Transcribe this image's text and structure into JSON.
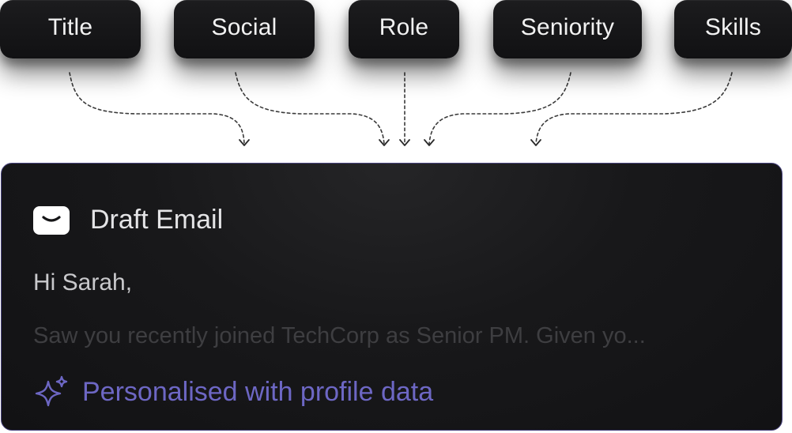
{
  "chips": [
    {
      "label": "Title"
    },
    {
      "label": "Social"
    },
    {
      "label": "Role"
    },
    {
      "label": "Seniority"
    },
    {
      "label": "Skills"
    }
  ],
  "card": {
    "icon": "mail-icon",
    "title": "Draft Email",
    "greeting": "Hi Sarah,",
    "preview": "Saw you recently joined TechCorp as Senior PM. Given yo...",
    "footer_icon": "sparkle-icon",
    "footer_text": "Personalised with profile data"
  },
  "colors": {
    "chip_bg": "#151517",
    "card_border": "#4a4580",
    "accent": "#6d67c4"
  }
}
